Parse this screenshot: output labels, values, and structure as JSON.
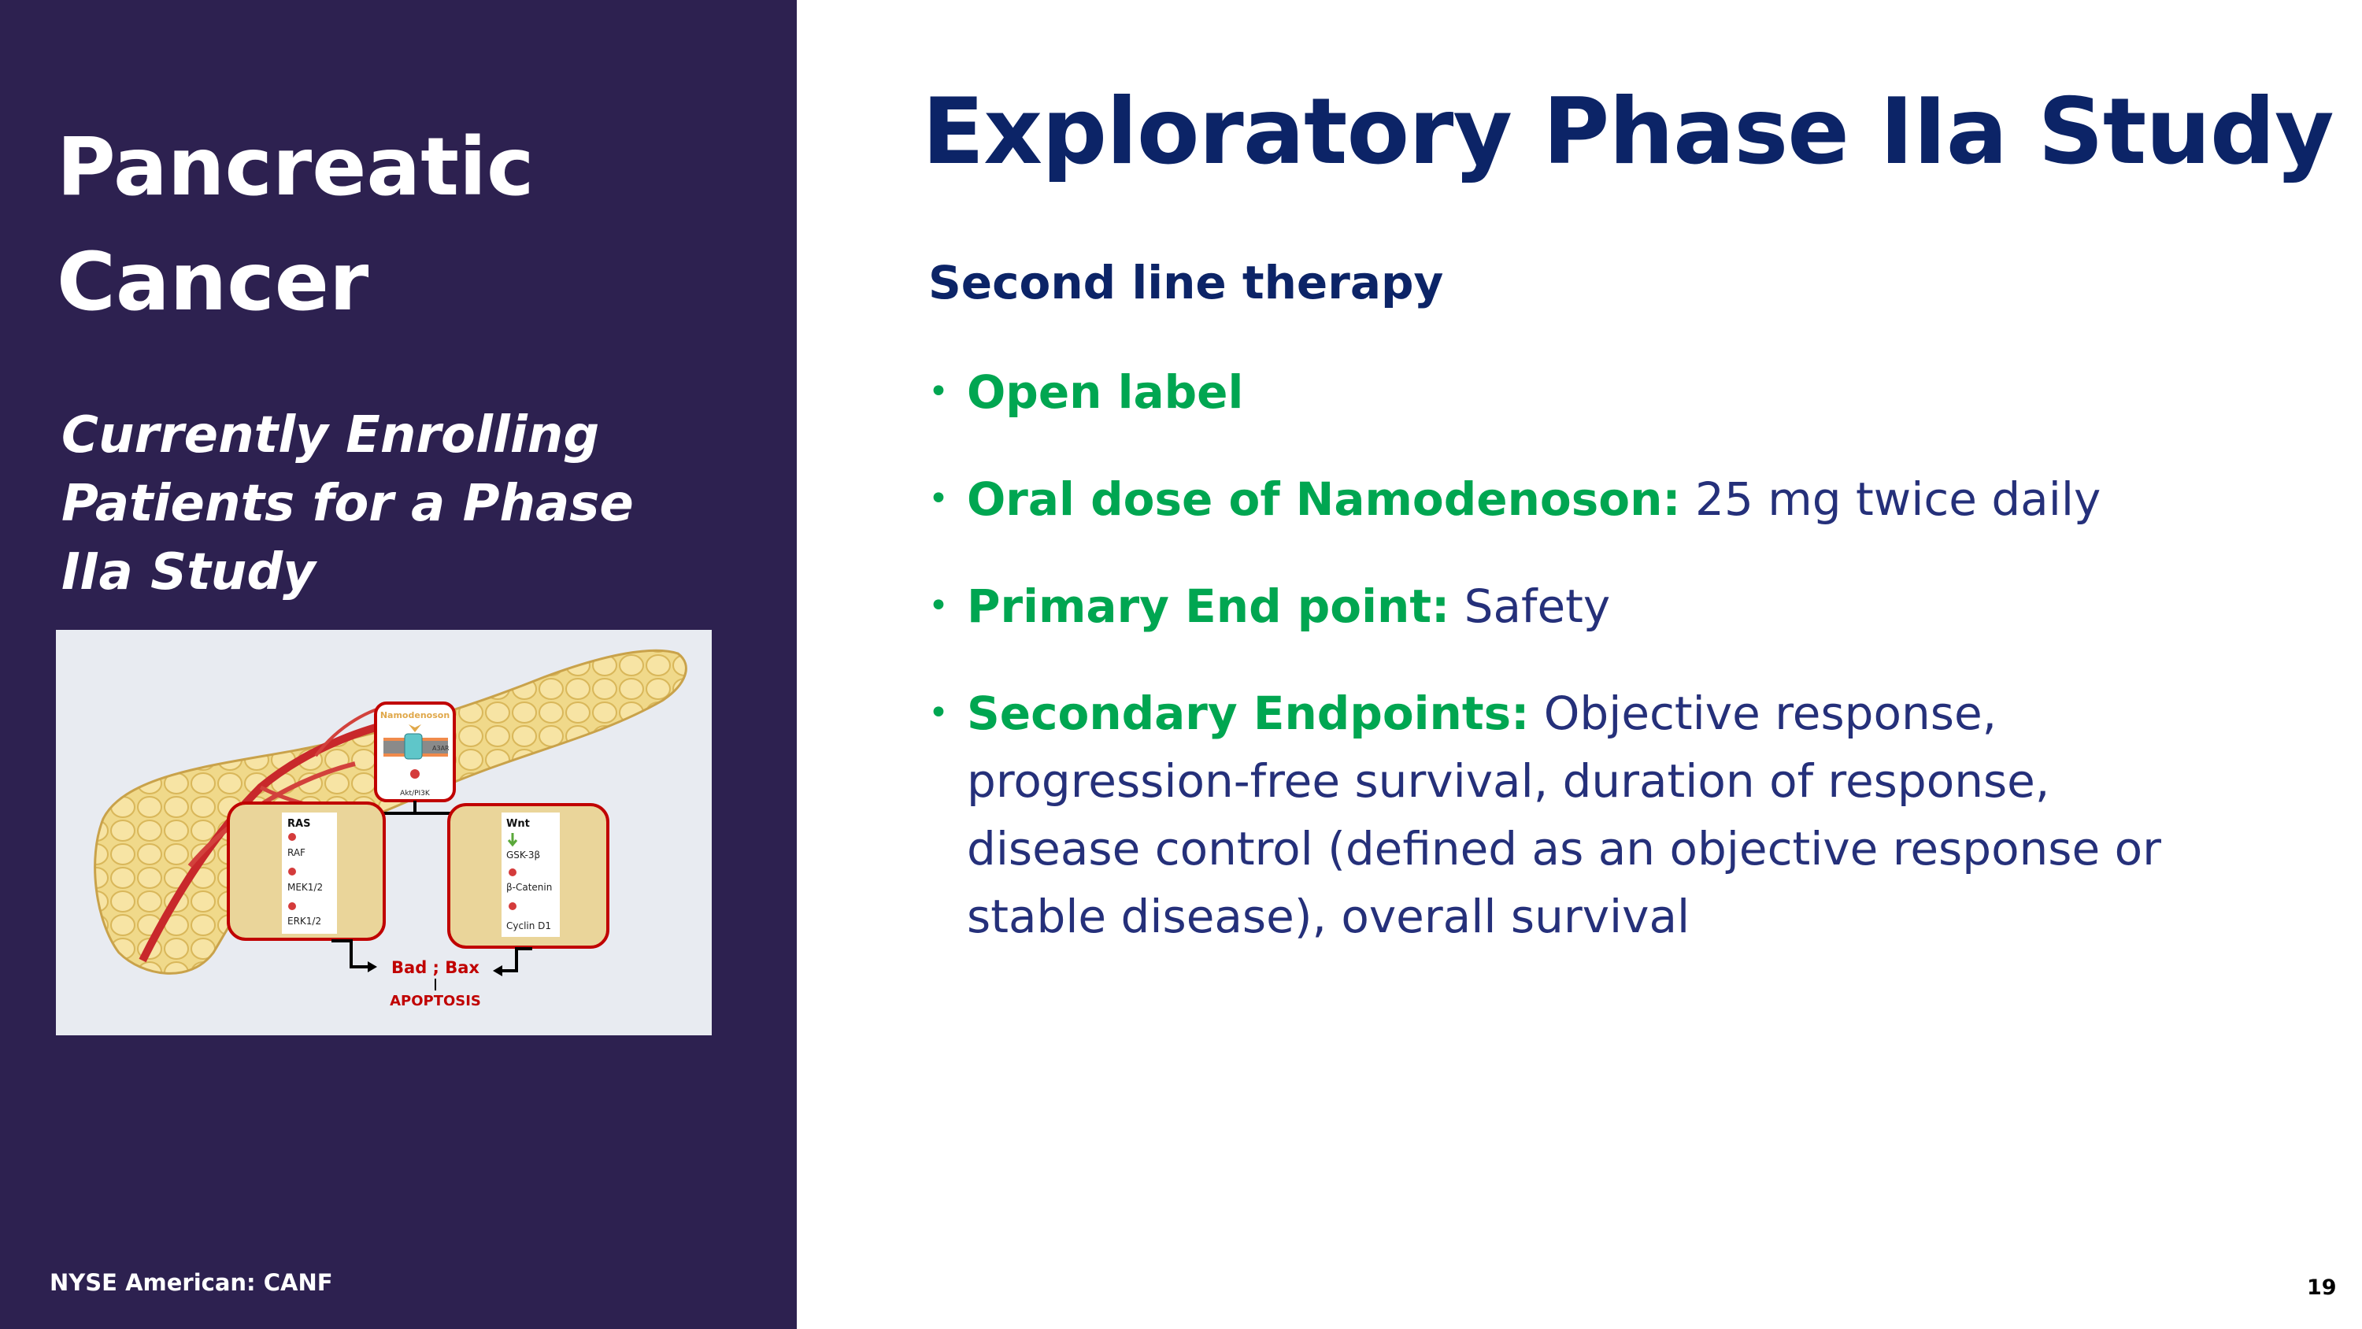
{
  "left_panel": {
    "title_line1": "Pancreatic",
    "title_line2": "Cancer",
    "subtitle": "Currently Enrolling Patients for a Phase IIa Study",
    "footer": "NYSE American: CANF",
    "diagram": {
      "drug": "Namodenoson",
      "receptor": "A3AR",
      "top_pathway": "Akt/PI3K",
      "left_pathway": [
        "RAS",
        "RAF",
        "MEK1/2",
        "ERK1/2"
      ],
      "right_pathway": [
        "Wnt",
        "GSK-3β",
        "β-Catenin",
        "Cyclin D1"
      ],
      "target": "Bad ; Bax",
      "outcome": "APOPTOSIS"
    }
  },
  "main": {
    "title": "Exploratory Phase IIa Study",
    "subheading": "Second line therapy",
    "bullets": [
      {
        "label": "Open label",
        "text": ""
      },
      {
        "label": "Oral dose of Namodenoson:",
        "text": " 25 mg twice daily"
      },
      {
        "label": "Primary End point:",
        "text": " Safety"
      },
      {
        "label": "Secondary Endpoints:",
        "text": " Objective response, progression-free survival, duration of response, disease control (defined as an objective response or stable disease), overall survival"
      }
    ],
    "bullet_symbol": "•"
  },
  "page_number": "19",
  "colors": {
    "panel": "#2d2150",
    "navy": "#0c2467",
    "green": "#00a651",
    "body": "#25307a"
  }
}
